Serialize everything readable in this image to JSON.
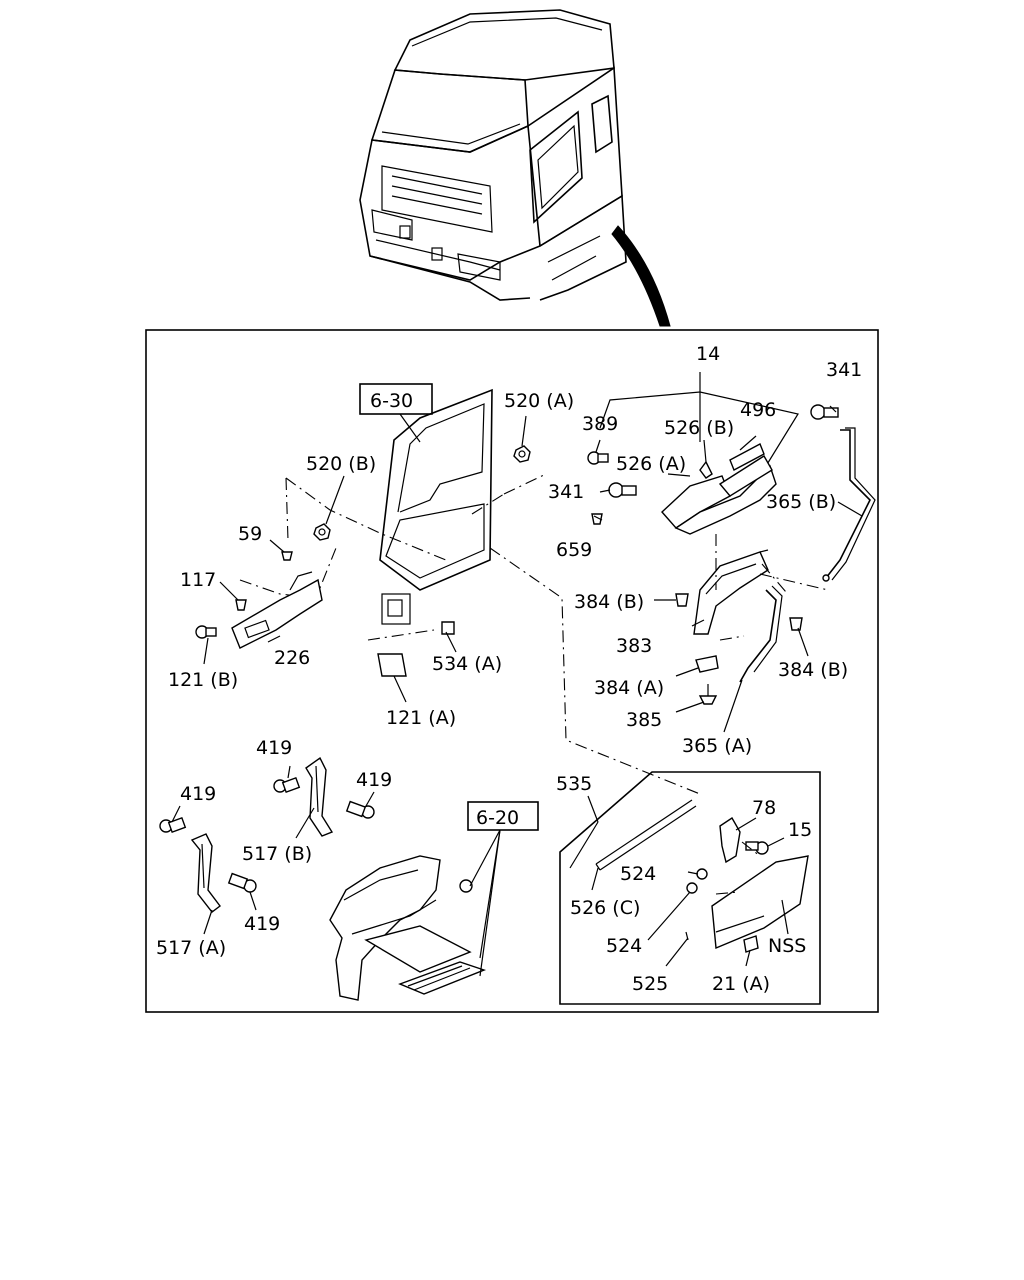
{
  "labels": {
    "l_14": "14",
    "l_341_top": "341",
    "l_6_30": "6-30",
    "l_520a": "520 (A)",
    "l_389": "389",
    "l_526b": "526 (B)",
    "l_496": "496",
    "l_520b": "520 (B)",
    "l_526a": "526 (A)",
    "l_341_mid": "341",
    "l_365b": "365 (B)",
    "l_59": "59",
    "l_659": "659",
    "l_117": "117",
    "l_384b_1": "384 (B)",
    "l_226": "226",
    "l_383": "383",
    "l_534a": "534 (A)",
    "l_121b": "121 (B)",
    "l_384b_2": "384 (B)",
    "l_384a": "384 (A)",
    "l_121a": "121 (A)",
    "l_385": "385",
    "l_365a": "365 (A)",
    "l_419_a": "419",
    "l_535": "535",
    "l_419_b": "419",
    "l_78": "78",
    "l_419_c": "419",
    "l_6_20": "6-20",
    "l_15": "15",
    "l_517b": "517 (B)",
    "l_524_a": "524",
    "l_526c": "526 (C)",
    "l_419_d": "419",
    "l_517a": "517 (A)",
    "l_524_b": "524",
    "l_nss": "NSS",
    "l_525": "525",
    "l_21a": "21 (A)"
  }
}
